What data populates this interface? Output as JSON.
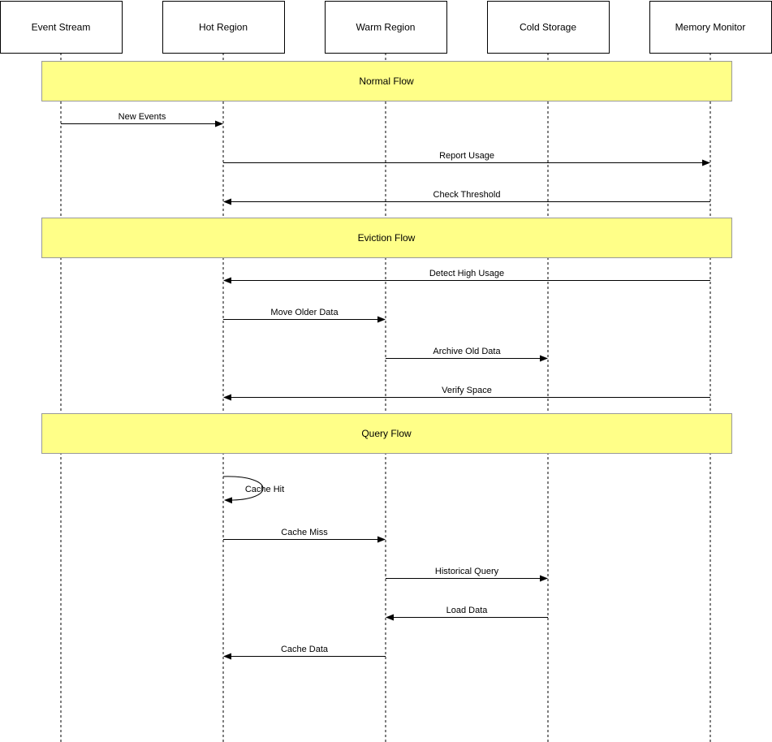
{
  "participants": [
    {
      "id": "stream",
      "label": "Event Stream"
    },
    {
      "id": "hot",
      "label": "Hot Region"
    },
    {
      "id": "warm",
      "label": "Warm Region"
    },
    {
      "id": "cold",
      "label": "Cold Storage"
    },
    {
      "id": "monitor",
      "label": "Memory Monitor"
    }
  ],
  "notes": [
    {
      "label": "Normal Flow"
    },
    {
      "label": "Eviction Flow"
    },
    {
      "label": "Query Flow"
    }
  ],
  "messages": [
    {
      "label": "New Events",
      "from": "stream",
      "to": "hot"
    },
    {
      "label": "Report Usage",
      "from": "hot",
      "to": "monitor"
    },
    {
      "label": "Check Threshold",
      "from": "monitor",
      "to": "hot"
    },
    {
      "label": "Detect High Usage",
      "from": "monitor",
      "to": "hot"
    },
    {
      "label": "Move Older Data",
      "from": "hot",
      "to": "warm"
    },
    {
      "label": "Archive Old Data",
      "from": "warm",
      "to": "cold"
    },
    {
      "label": "Verify Space",
      "from": "monitor",
      "to": "hot"
    },
    {
      "label": "Cache Hit",
      "from": "hot",
      "to": "hot"
    },
    {
      "label": "Cache Miss",
      "from": "hot",
      "to": "warm"
    },
    {
      "label": "Historical Query",
      "from": "warm",
      "to": "cold"
    },
    {
      "label": "Load Data",
      "from": "cold",
      "to": "warm"
    },
    {
      "label": "Cache Data",
      "from": "warm",
      "to": "hot"
    }
  ],
  "colors": {
    "note_fill": "#ffff88",
    "note_stroke": "#999999",
    "line": "#000000"
  }
}
